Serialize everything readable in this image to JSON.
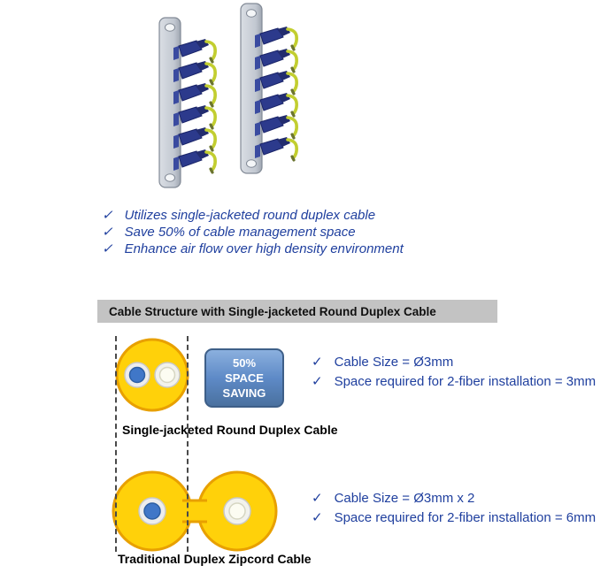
{
  "features": {
    "check": "✓",
    "items": [
      "Utilizes single-jacketed round duplex cable",
      "Save 50% of cable management space",
      "Enhance air flow over high density environment"
    ]
  },
  "section_header": {
    "title": "Cable Structure with Single-jacketed Round Duplex Cable"
  },
  "round_duplex": {
    "badge": {
      "line1": "50%",
      "line2": "SPACE",
      "line3": "SAVING"
    },
    "points": [
      "Cable Size = Ø3mm",
      "Space required for 2-fiber installation = 3mm"
    ],
    "caption": "Single-jacketed Round Duplex Cable"
  },
  "zipcord": {
    "points": [
      "Cable Size = Ø3mm x 2",
      "Space required for 2-fiber installation = 6mm"
    ],
    "caption": "Traditional Duplex Zipcord Cable"
  },
  "colors": {
    "text_blue": "#1F3F9E",
    "cable_jacket_yellow": "#FFD10A",
    "cable_jacket_outline": "#E8A000",
    "fiber_blue": "#4077C8",
    "badge_blue": "#5E8AC7",
    "header_gray": "#C3C3C3",
    "connector_navy": "#2C3A8C",
    "cable_tail_green": "#C2CE30"
  },
  "icons": {
    "checkmark": "checkmark-icon"
  }
}
